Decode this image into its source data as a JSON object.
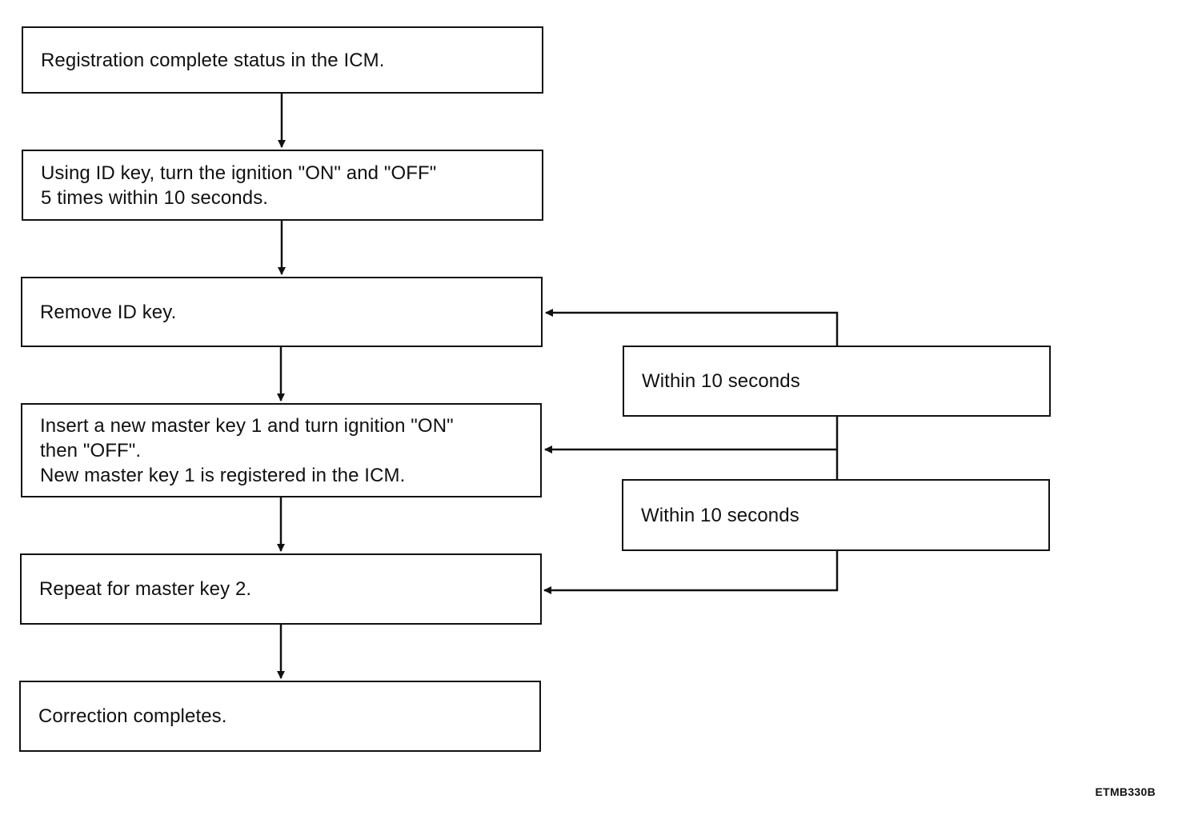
{
  "flowchart": {
    "steps": [
      "Registration complete status in the ICM.",
      "Using ID key, turn the ignition \"ON\" and \"OFF\"\n5 times within 10 seconds.",
      "Remove ID key.",
      "Insert a new master key 1 and turn ignition \"ON\"\nthen \"OFF\".\nNew master key 1 is registered in the ICM.",
      "Repeat for master key 2.",
      "Correction completes."
    ],
    "timing_notes": [
      "Within 10 seconds",
      "Within 10 seconds"
    ]
  },
  "figure_code": "ETMB330B"
}
